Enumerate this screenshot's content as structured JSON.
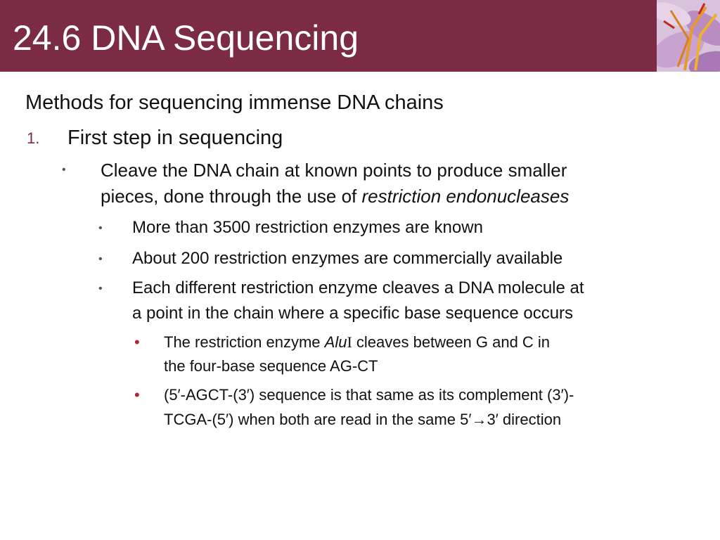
{
  "slide": {
    "title": "24.6 DNA Sequencing",
    "accent_color": "#7b2c44",
    "decoration_image": "saffron-flower-image"
  },
  "content": {
    "intro": "Methods for sequencing immense DNA chains",
    "step1": {
      "number": "1.",
      "text": "First step in sequencing"
    },
    "bullet1": {
      "marker": "•",
      "line1": "Cleave the DNA chain at known points to produce smaller",
      "line2_pre": "pieces, done through the use of ",
      "line2_italic": "restriction endonucleases"
    },
    "sub_bullets": [
      {
        "marker": "•",
        "lines": [
          "More than 3500 restriction enzymes are known"
        ]
      },
      {
        "marker": "•",
        "lines": [
          "About 200 restriction enzymes are commercially available"
        ]
      },
      {
        "marker": "•",
        "lines": [
          "Each different restriction enzyme cleaves a DNA molecule at",
          "a point in the chain where a specific base sequence occurs"
        ]
      }
    ],
    "sub_sub_bullets": [
      {
        "marker": "•",
        "line1_pre": "The restriction enzyme ",
        "line1_italic": "Alu",
        "line1_roman": "I",
        "line1_post": " cleaves between G and C in",
        "line2": "the four-base sequence AG-CT"
      },
      {
        "marker": "•",
        "line1": "(5′-AGCT-(3′) sequence is that same as its complement (3′)-",
        "line2": "TCGA-(5′) when both are read in the same 5′→3′ direction"
      }
    ]
  }
}
